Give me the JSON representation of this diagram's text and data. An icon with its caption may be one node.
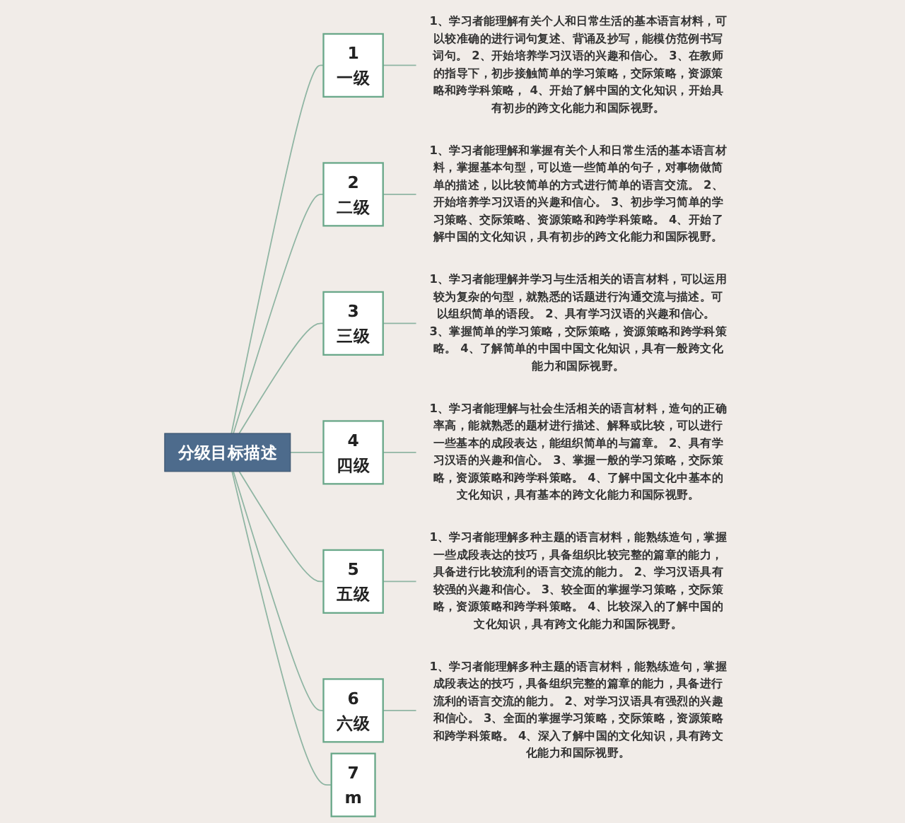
{
  "diagram": {
    "nodes": [
      {
        "text": [
          "分级目标描述"
        ]
      },
      {
        "text": [
          "1",
          "一级"
        ]
      },
      {
        "text": [
          "1、学习者能理解有关个人和日常生活的基本语言材料，可以较准确的进行词句复述、背诵及抄写，能模仿范例书写词句。 2、开始培养学习汉语的兴趣和信心。 3、在教师的指导下，初步接触简单的学习策略，交际策略，资源策略和跨学科策略， 4、开始了解中国的文化知识，开始具有初步的跨文化能力和国际视野。"
        ]
      },
      {
        "text": [
          "2",
          "二级"
        ]
      },
      {
        "text": [
          "1、学习者能理解和掌握有关个人和日常生活的基本语言材料，掌握基本句型，可以造一些简单的句子，对事物做简单的描述，以比较简单的方式进行简单的语言交流。 2、开始培养学习汉语的兴趣和信心。 3、初步学习简单的学习策略、交际策略、资源策略和跨学科策略。 4、开始了解中国的文化知识，具有初步的跨文化能力和国际视野。"
        ]
      },
      {
        "text": [
          "3",
          "三级"
        ]
      },
      {
        "text": [
          "1、学习者能理解并学习与生活相关的语言材料，可以运用较为复杂的句型，就熟悉的话题进行沟通交流与描述。可以组织简单的语段。 2、具有学习汉语的兴趣和信心。 3、掌握简单的学习策略，交际策略，资源策略和跨学科策略。 4、了解简单的中国中国文化知识，具有一般跨文化能力和国际视野。"
        ]
      },
      {
        "text": [
          "4",
          "四级"
        ]
      },
      {
        "text": [
          "1、学习者能理解与社会生活相关的语言材料，造句的正确率高，能就熟悉的题材进行描述、解释或比较，可以进行一些基本的成段表达，能组织简单的与篇章。 2、具有学习汉语的兴趣和信心。 3、掌握一般的学习策略，交际策略，资源策略和跨学科策略。 4、了解中国文化中基本的文化知识，具有基本的跨文化能力和国际视野。"
        ]
      },
      {
        "text": [
          "5",
          "五级"
        ]
      },
      {
        "text": [
          "1、学习者能理解多种主题的语言材料，能熟练造句，掌握一些成段表达的技巧，具备组织比较完整的篇章的能力，具备进行比较流利的语言交流的能力。 2、学习汉语具有较强的兴趣和信心。 3、较全面的掌握学习策略，交际策略，资源策略和跨学科策略。 4、比较深入的了解中国的文化知识，具有跨文化能力和国际视野。"
        ]
      },
      {
        "text": [
          "6",
          "六级"
        ]
      },
      {
        "text": [
          "1、学习者能理解多种主题的语言材料，能熟练造句，掌握成段表达的技巧，具备组织完整的篇章的能力，具备进行流利的语言交流的能力。 2、对学习汉语具有强烈的兴趣和信心。 3、全面的掌握学习策略，交际策略，资源策略和跨学科策略。 4、深入了解中国的文化知识，具有跨文化能力和国际视野。"
        ]
      },
      {
        "text": [
          "7",
          "m"
        ]
      }
    ],
    "edges": [
      {
        "from": 0,
        "to": 1,
        "arrow": "none"
      },
      {
        "from": 0,
        "to": 3,
        "arrow": "none"
      },
      {
        "from": 0,
        "to": 5,
        "arrow": "none"
      },
      {
        "from": 0,
        "to": 7,
        "arrow": "none"
      },
      {
        "from": 0,
        "to": 9,
        "arrow": "none"
      },
      {
        "from": 0,
        "to": 11,
        "arrow": "none"
      },
      {
        "from": 0,
        "to": 13,
        "arrow": "none"
      },
      {
        "from": 1,
        "to": 2,
        "arrow": "none"
      },
      {
        "from": 3,
        "to": 4,
        "arrow": "none"
      },
      {
        "from": 5,
        "to": 6,
        "arrow": "none"
      },
      {
        "from": 7,
        "to": 8,
        "arrow": "none"
      },
      {
        "from": 9,
        "to": 10,
        "arrow": "none"
      },
      {
        "from": 11,
        "to": 12,
        "arrow": "none"
      }
    ]
  }
}
